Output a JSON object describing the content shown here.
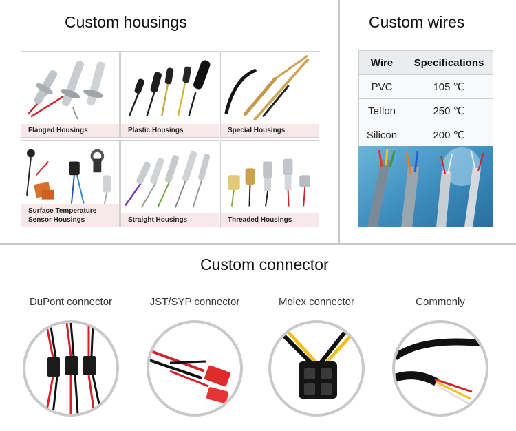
{
  "housings": {
    "title": "Custom housings",
    "tiles": [
      {
        "label": "Flanged Housings"
      },
      {
        "label": "Plastic Housings"
      },
      {
        "label": "Special Housings"
      },
      {
        "label": "Surface Temperature Sensor Housings"
      },
      {
        "label": "Straight Housings"
      },
      {
        "label": "Threaded Housings"
      }
    ]
  },
  "wires": {
    "title": "Custom wires",
    "headers": [
      "Wire",
      "Specifications"
    ],
    "rows": [
      {
        "wire": "PVC",
        "spec": "105 ℃"
      },
      {
        "wire": "Teflon",
        "spec": "250 ℃"
      },
      {
        "wire": "Silicon",
        "spec": "200 ℃"
      }
    ]
  },
  "connectors": {
    "title": "Custom connector",
    "items": [
      {
        "label": "DuPont connector"
      },
      {
        "label": "JST/SYP connector"
      },
      {
        "label": "Molex connector"
      },
      {
        "label": "Commonly"
      }
    ]
  }
}
